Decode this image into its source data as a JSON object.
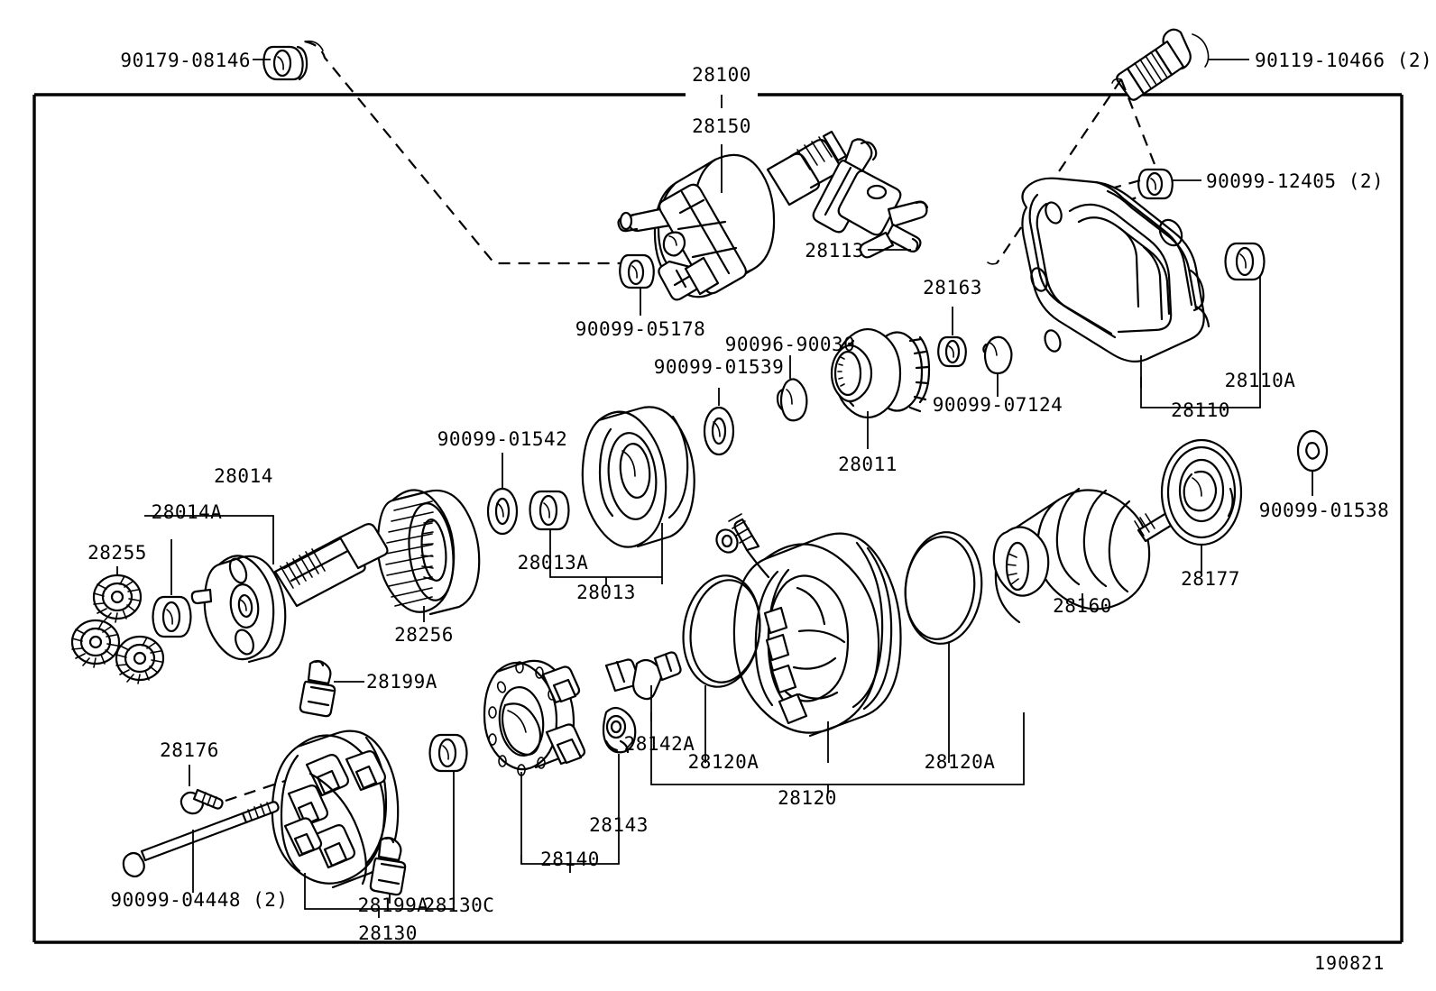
{
  "diagram": {
    "title": "Toyota Starter Motor Exploded Parts Diagram",
    "sheet_code": "190821",
    "group_number": "28100"
  },
  "labels": {
    "l_90179_08146": "90179-08146",
    "l_90119_10466": "90119-10466 (2)",
    "l_28100": "28100",
    "l_28150": "28150",
    "l_28113": "28113",
    "l_90099_12405": "90099-12405 (2)",
    "l_90099_05178": "90099-05178",
    "l_28163": "28163",
    "l_90096_90030": "90096-90030",
    "l_90099_01539": "90099-01539",
    "l_90099_07124": "90099-07124",
    "l_28110A": "28110A",
    "l_28110": "28110",
    "l_28011": "28011",
    "l_90099_01542": "90099-01542",
    "l_28014": "28014",
    "l_28014A": "28014A",
    "l_28255": "28255",
    "l_28256": "28256",
    "l_28013A": "28013A",
    "l_28013": "28013",
    "l_28160": "28160",
    "l_28177": "28177",
    "l_90099_01538": "90099-01538",
    "l_28199A_top": "28199A",
    "l_28176": "28176",
    "l_90099_04448": "90099-04448 (2)",
    "l_28199A_bottom": "28199A",
    "l_28130C": "28130C",
    "l_28130": "28130",
    "l_28140": "28140",
    "l_28143": "28143",
    "l_28142A": "28142A",
    "l_28120A_left": "28120A",
    "l_28120A_right": "28120A",
    "l_28120": "28120"
  },
  "parts": [
    {
      "id": "90179-08146",
      "name": "nut-washer-90179-08146"
    },
    {
      "id": "90119-10466 (2)",
      "name": "bolt-90119-10466"
    },
    {
      "id": "28100",
      "name": "starter-assembly-28100"
    },
    {
      "id": "28150",
      "name": "magnetic-switch-28150"
    },
    {
      "id": "28113",
      "name": "brush-holder-lever-28113"
    },
    {
      "id": "90099-12405 (2)",
      "name": "bushing-90099-12405"
    },
    {
      "id": "90099-05178",
      "name": "plug-90099-05178"
    },
    {
      "id": "28163",
      "name": "bearing-28163"
    },
    {
      "id": "90096-90030",
      "name": "snap-ring-90096-90030"
    },
    {
      "id": "90099-01539",
      "name": "washer-90099-01539"
    },
    {
      "id": "90099-07124",
      "name": "retainer-90099-07124"
    },
    {
      "id": "28110A",
      "name": "bushing-28110A"
    },
    {
      "id": "28110",
      "name": "drive-housing-28110"
    },
    {
      "id": "28011",
      "name": "starter-clutch-28011"
    },
    {
      "id": "90099-01542",
      "name": "washer-90099-01542"
    },
    {
      "id": "28014",
      "name": "planetary-carrier-assy-28014"
    },
    {
      "id": "28014A",
      "name": "bushing-28014A"
    },
    {
      "id": "28255",
      "name": "planetary-gear-28255"
    },
    {
      "id": "28256",
      "name": "internal-gear-28256"
    },
    {
      "id": "28013A",
      "name": "bushing-28013A"
    },
    {
      "id": "28013",
      "name": "clutch-housing-28013"
    },
    {
      "id": "28160",
      "name": "armature-28160"
    },
    {
      "id": "28177",
      "name": "plate-28177"
    },
    {
      "id": "90099-01538",
      "name": "washer-90099-01538"
    },
    {
      "id": "28199A",
      "name": "terminal-insulator-28199A"
    },
    {
      "id": "28176",
      "name": "screw-28176"
    },
    {
      "id": "90099-04448 (2)",
      "name": "through-bolt-90099-04448"
    },
    {
      "id": "28130C",
      "name": "bushing-28130C"
    },
    {
      "id": "28130",
      "name": "brush-holder-assy-28130"
    },
    {
      "id": "28140",
      "name": "end-frame-28140"
    },
    {
      "id": "28143",
      "name": "brush-spring-28143"
    },
    {
      "id": "28142A",
      "name": "brush-lead-28142A"
    },
    {
      "id": "28120A",
      "name": "field-coil-28120A"
    },
    {
      "id": "28120",
      "name": "yoke-assembly-28120"
    }
  ]
}
